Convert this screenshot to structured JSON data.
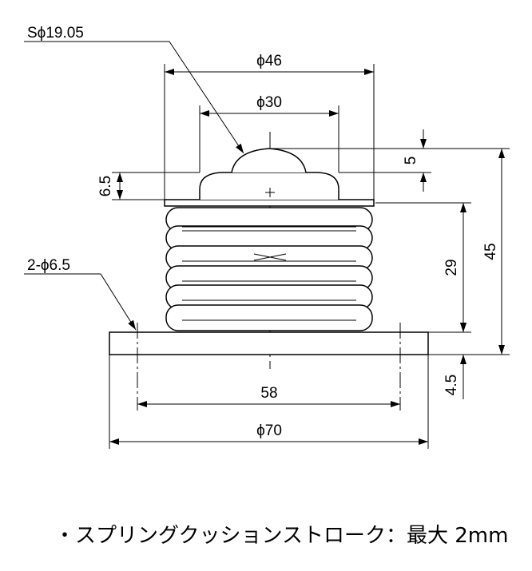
{
  "dimensions": {
    "sphere": "Sϕ19.05",
    "outer_dia": "ϕ46",
    "inner_dia": "ϕ30",
    "ball_protrusion": "5",
    "flange_height": "6.5",
    "holes": "2-ϕ6.5",
    "overall_height": "45",
    "spring_height": "29",
    "hole_pitch": "58",
    "base_dia": "ϕ70",
    "base_thickness": "4.5"
  },
  "note": "・スプリングクッションストローク：最大 2mm"
}
